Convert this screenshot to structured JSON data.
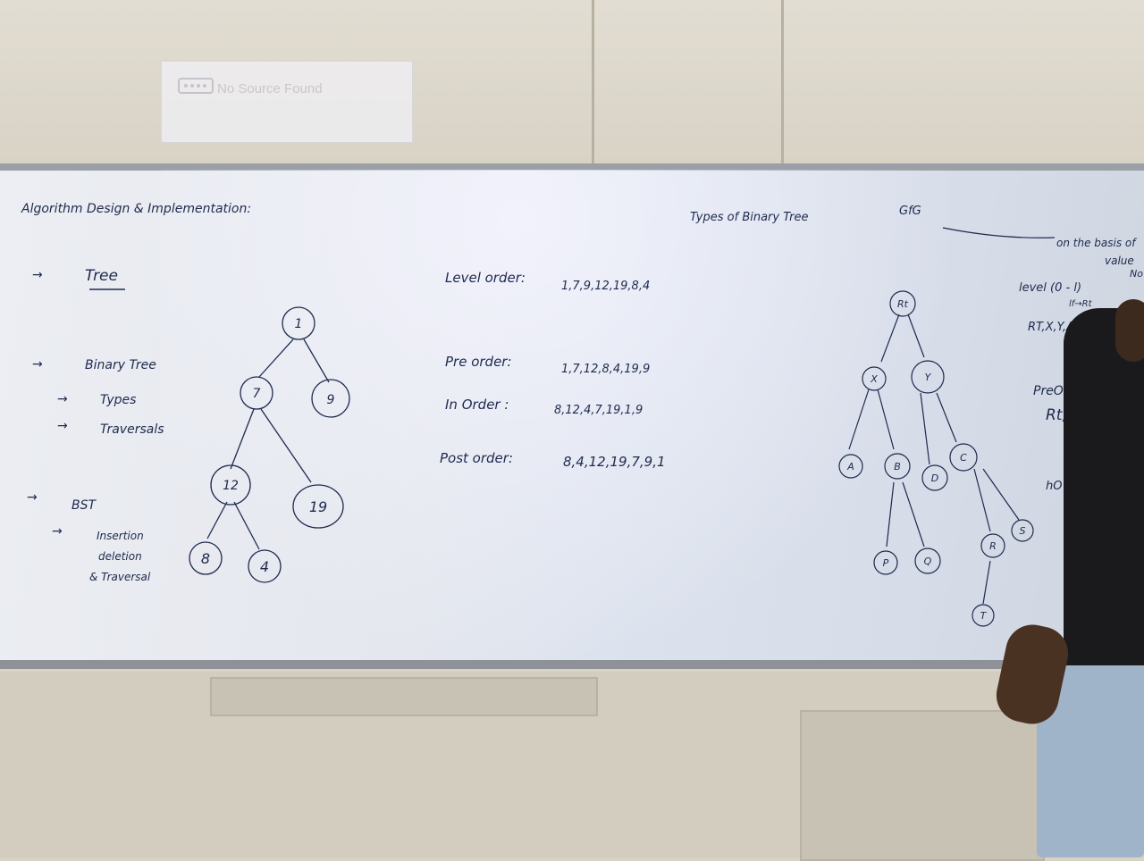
{
  "projector": {
    "status_text": "No Source Found",
    "icon": "projector-icon"
  },
  "board": {
    "title": "Algorithm Design & Implementation:",
    "right_title": "Types of Binary Tree",
    "right_tag": "GfG",
    "right_note_1": "on the basis of",
    "right_note_2": "value",
    "right_note_3": "No",
    "level_rule": "level (0 - l)",
    "level_rule_2": "lf→Rt",
    "level_seq": "RT,X,Y,A,B,",
    "preorder_label": "PreOrde",
    "preorder_partial": "Rt,",
    "cut_text": "hO"
  },
  "topics": [
    {
      "label": "Tree"
    },
    {
      "label": "Binary Tree"
    },
    {
      "label": "Types"
    },
    {
      "label": "Traversals"
    },
    {
      "label": "BST"
    },
    {
      "label": "Insertion"
    },
    {
      "label": "deletion"
    },
    {
      "label": "& Traversal"
    }
  ],
  "traversals": {
    "level": {
      "label": "Level order:",
      "value": "1,7,9,12,19,8,4"
    },
    "pre": {
      "label": "Pre order:",
      "value": "1,7,12,8,4,19,9"
    },
    "in": {
      "label": "In Order :",
      "value": "8,12,4,7,19,1,9"
    },
    "post": {
      "label": "Post order:",
      "value": "8,4,12,19,7,9,1"
    }
  },
  "tree_nodes": [
    "1",
    "7",
    "9",
    "12",
    "19",
    "8",
    "4"
  ],
  "tree2_nodes": [
    "Rt",
    "X",
    "Y",
    "A",
    "B",
    "D",
    "C",
    "P",
    "Q",
    "R",
    "S",
    "T"
  ],
  "colors": {
    "ink": "#1e2a4e",
    "board": "#e4e7ee",
    "wall": "#d9d3c6"
  }
}
